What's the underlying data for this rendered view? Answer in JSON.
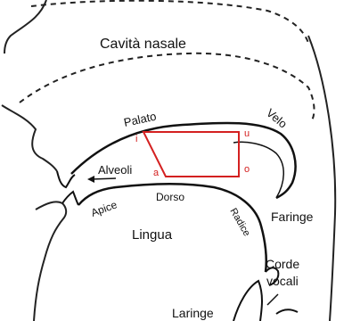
{
  "labels": {
    "nasal_cavity": "Cavità nasale",
    "palate": "Palato",
    "velum": "Velo",
    "alveoli": "Alveoli",
    "apex": "Apice",
    "dorsum": "Dorso",
    "root": "Radice",
    "tongue": "Lingua",
    "pharynx": "Faringe",
    "vocal_cords_line1": "Corde",
    "vocal_cords_line2": "vocali",
    "larynx": "Laringe"
  },
  "vowels": {
    "front_high": "i",
    "back_high": "u",
    "front_low": "a",
    "back_low": "o"
  },
  "colors": {
    "outline": "#111111",
    "vowel_quadrilateral": "#d42020",
    "background": "#ffffff"
  }
}
